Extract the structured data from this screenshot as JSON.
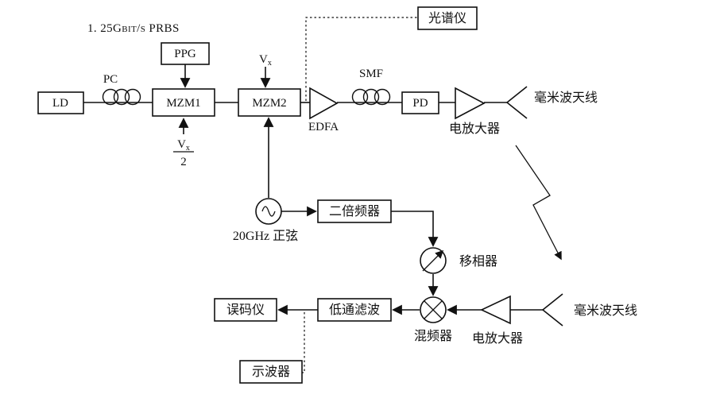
{
  "diagram": {
    "background": "#ffffff",
    "ink": "#111111",
    "title": "1. 25Gbit/s PRBS",
    "nodes": {
      "ld": "LD",
      "pc": "PC",
      "ppg": "PPG",
      "mzm1": "MZM1",
      "mzm2": "MZM2",
      "spectrum_analyzer": "光谱仪",
      "edfa": "EDFA",
      "smf": "SMF",
      "pd": "PD",
      "amp_top": "电放大器",
      "antenna_top": "毫米波天线",
      "oscillator": "20GHz 正弦",
      "doubler": "二倍频器",
      "phase_shifter": "移相器",
      "mixer": "混频器",
      "amp_bottom": "电放大器",
      "antenna_bottom": "毫米波天线",
      "lpf": "低通滤波",
      "bert": "误码仪",
      "oscilloscope": "示波器"
    },
    "labels": {
      "v": "V",
      "x_sub": "x",
      "two": "2"
    }
  }
}
